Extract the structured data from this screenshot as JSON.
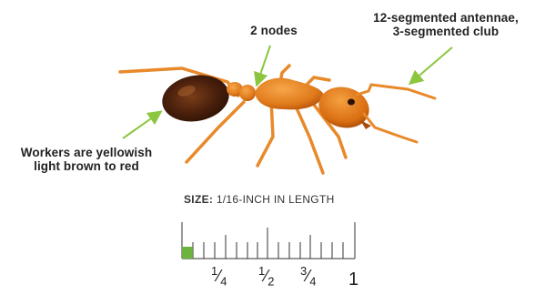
{
  "annotations": {
    "nodes": "2 nodes",
    "antennae_line1": "12-segmented antennae,",
    "antennae_line2": "3-segmented club",
    "workers_line1": "Workers are yellowish",
    "workers_line2": "light brown to red"
  },
  "size": {
    "label": "SIZE:",
    "value": "1/16-INCH IN LENGTH"
  },
  "ruler": {
    "fractions": {
      "quarter_num": "1",
      "quarter_den": "4",
      "half_num": "1",
      "half_den": "2",
      "threequarter_num": "3",
      "threequarter_den": "4",
      "one": "1"
    },
    "highlight_fraction": 0.0625
  },
  "colors": {
    "arrow": "#8cc63f",
    "ant_body": "#e07a1a",
    "ant_gaster": "#5a2a12",
    "ruler_highlight": "#6db33f",
    "text": "#222222"
  }
}
